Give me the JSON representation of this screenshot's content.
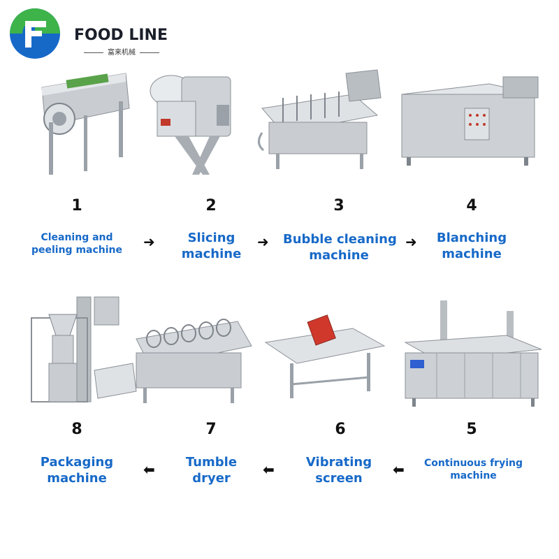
{
  "brand": {
    "name": "FOOD LINE",
    "subtitle": "富来机械",
    "colors": {
      "blue": "#1769c8",
      "green": "#3db34a"
    }
  },
  "steps": [
    {
      "number": "1",
      "label_lines": [
        "Cleaning and",
        "peeling machine"
      ]
    },
    {
      "number": "2",
      "label_lines": [
        "Slicing",
        "machine"
      ]
    },
    {
      "number": "3",
      "label_lines": [
        "Bubble cleaning",
        "machine"
      ]
    },
    {
      "number": "4",
      "label_lines": [
        "Blanching",
        "machine"
      ]
    },
    {
      "number": "5",
      "label_lines": [
        "Continuous frying",
        "machine"
      ]
    },
    {
      "number": "6",
      "label_lines": [
        "Vibrating",
        "screen"
      ]
    },
    {
      "number": "7",
      "label_lines": [
        "Tumble",
        "dryer"
      ]
    },
    {
      "number": "8",
      "label_lines": [
        "Packaging",
        "machine"
      ]
    }
  ],
  "arrows": {
    "right": "➜",
    "left": "⬅"
  }
}
